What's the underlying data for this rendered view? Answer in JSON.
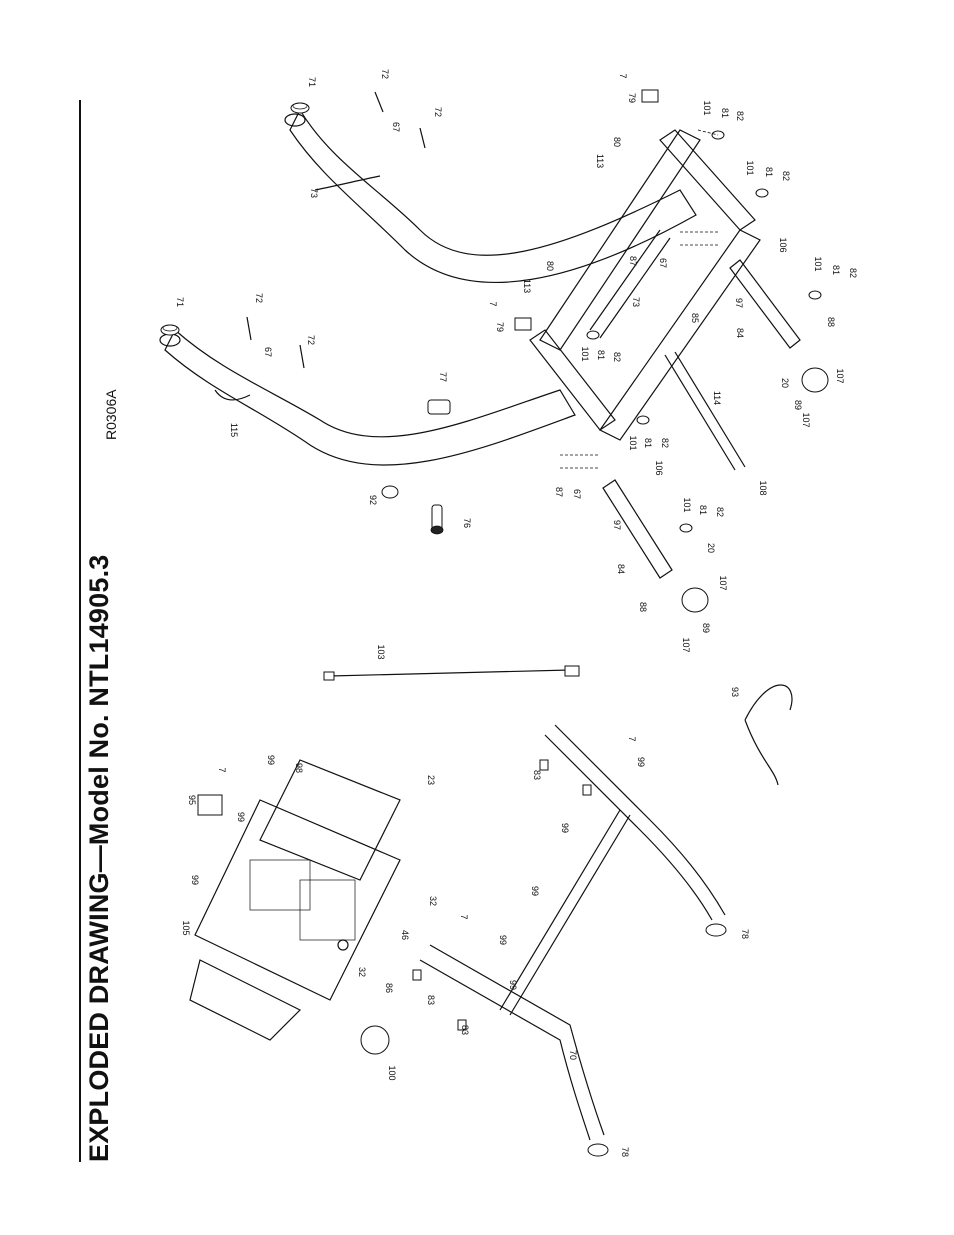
{
  "page": {
    "title": "EXPLODED DRAWING—Model No. NTL14905.3",
    "drawing_code": "R0306A"
  },
  "callouts": [
    {
      "id": "c71a",
      "text": "71"
    },
    {
      "id": "c72a",
      "text": "72"
    },
    {
      "id": "c67a",
      "text": "67"
    },
    {
      "id": "c72b",
      "text": "72"
    },
    {
      "id": "c73a",
      "text": "73"
    },
    {
      "id": "c7a",
      "text": "7"
    },
    {
      "id": "c79a",
      "text": "79"
    },
    {
      "id": "c101a",
      "text": "101"
    },
    {
      "id": "c81a",
      "text": "81"
    },
    {
      "id": "c82a",
      "text": "82"
    },
    {
      "id": "c80a",
      "text": "80"
    },
    {
      "id": "c113a",
      "text": "113"
    },
    {
      "id": "c101b",
      "text": "101"
    },
    {
      "id": "c81b",
      "text": "81"
    },
    {
      "id": "c82b",
      "text": "82"
    },
    {
      "id": "c106a",
      "text": "106"
    },
    {
      "id": "c87a",
      "text": "87"
    },
    {
      "id": "c67b",
      "text": "67"
    },
    {
      "id": "c101c",
      "text": "101"
    },
    {
      "id": "c81c",
      "text": "81"
    },
    {
      "id": "c82c",
      "text": "82"
    },
    {
      "id": "c97a",
      "text": "97"
    },
    {
      "id": "c88a",
      "text": "88"
    },
    {
      "id": "c84a",
      "text": "84"
    },
    {
      "id": "c20a",
      "text": "20"
    },
    {
      "id": "c107a",
      "text": "107"
    },
    {
      "id": "c89a",
      "text": "89"
    },
    {
      "id": "c107b",
      "text": "107"
    },
    {
      "id": "c71b",
      "text": "71"
    },
    {
      "id": "c72c",
      "text": "72"
    },
    {
      "id": "c67c",
      "text": "67"
    },
    {
      "id": "c72d",
      "text": "72"
    },
    {
      "id": "c7b",
      "text": "7"
    },
    {
      "id": "c113b",
      "text": "113"
    },
    {
      "id": "c80b",
      "text": "80"
    },
    {
      "id": "c73b",
      "text": "73"
    },
    {
      "id": "c79b",
      "text": "79"
    },
    {
      "id": "c85a",
      "text": "85"
    },
    {
      "id": "c101d",
      "text": "101"
    },
    {
      "id": "c81d",
      "text": "81"
    },
    {
      "id": "c82d",
      "text": "82"
    },
    {
      "id": "c115a",
      "text": "115"
    },
    {
      "id": "c77a",
      "text": "77"
    },
    {
      "id": "c114a",
      "text": "114"
    },
    {
      "id": "c101e",
      "text": "101"
    },
    {
      "id": "c81e",
      "text": "81"
    },
    {
      "id": "c82e",
      "text": "82"
    },
    {
      "id": "c92a",
      "text": "92"
    },
    {
      "id": "c87b",
      "text": "87"
    },
    {
      "id": "c67d",
      "text": "67"
    },
    {
      "id": "c106b",
      "text": "106"
    },
    {
      "id": "c76a",
      "text": "76"
    },
    {
      "id": "c108a",
      "text": "108"
    },
    {
      "id": "c97b",
      "text": "97"
    },
    {
      "id": "c101f",
      "text": "101"
    },
    {
      "id": "c81f",
      "text": "81"
    },
    {
      "id": "c82f",
      "text": "82"
    },
    {
      "id": "c84b",
      "text": "84"
    },
    {
      "id": "c20b",
      "text": "20"
    },
    {
      "id": "c88b",
      "text": "88"
    },
    {
      "id": "c107c",
      "text": "107"
    },
    {
      "id": "c89b",
      "text": "89"
    },
    {
      "id": "c107d",
      "text": "107"
    },
    {
      "id": "c103a",
      "text": "103"
    },
    {
      "id": "c93a",
      "text": "93"
    },
    {
      "id": "c7c",
      "text": "7"
    },
    {
      "id": "c99a",
      "text": "99"
    },
    {
      "id": "c95a",
      "text": "95"
    },
    {
      "id": "c99b",
      "text": "99"
    },
    {
      "id": "c98a",
      "text": "98"
    },
    {
      "id": "c99c",
      "text": "99"
    },
    {
      "id": "c23a",
      "text": "23"
    },
    {
      "id": "c7d",
      "text": "7"
    },
    {
      "id": "c99d",
      "text": "99"
    },
    {
      "id": "c83a",
      "text": "83"
    },
    {
      "id": "c99e",
      "text": "99"
    },
    {
      "id": "c99f",
      "text": "99"
    },
    {
      "id": "c105a",
      "text": "105"
    },
    {
      "id": "c32a",
      "text": "32"
    },
    {
      "id": "c46a",
      "text": "46"
    },
    {
      "id": "c7e",
      "text": "7"
    },
    {
      "id": "c99g",
      "text": "99"
    },
    {
      "id": "c99h",
      "text": "99"
    },
    {
      "id": "c86a",
      "text": "86"
    },
    {
      "id": "c32b",
      "text": "32"
    },
    {
      "id": "c83b",
      "text": "83"
    },
    {
      "id": "c83c",
      "text": "83"
    },
    {
      "id": "c70a",
      "text": "70"
    },
    {
      "id": "c100a",
      "text": "100"
    },
    {
      "id": "c78a",
      "text": "78"
    },
    {
      "id": "c78b",
      "text": "78"
    }
  ]
}
